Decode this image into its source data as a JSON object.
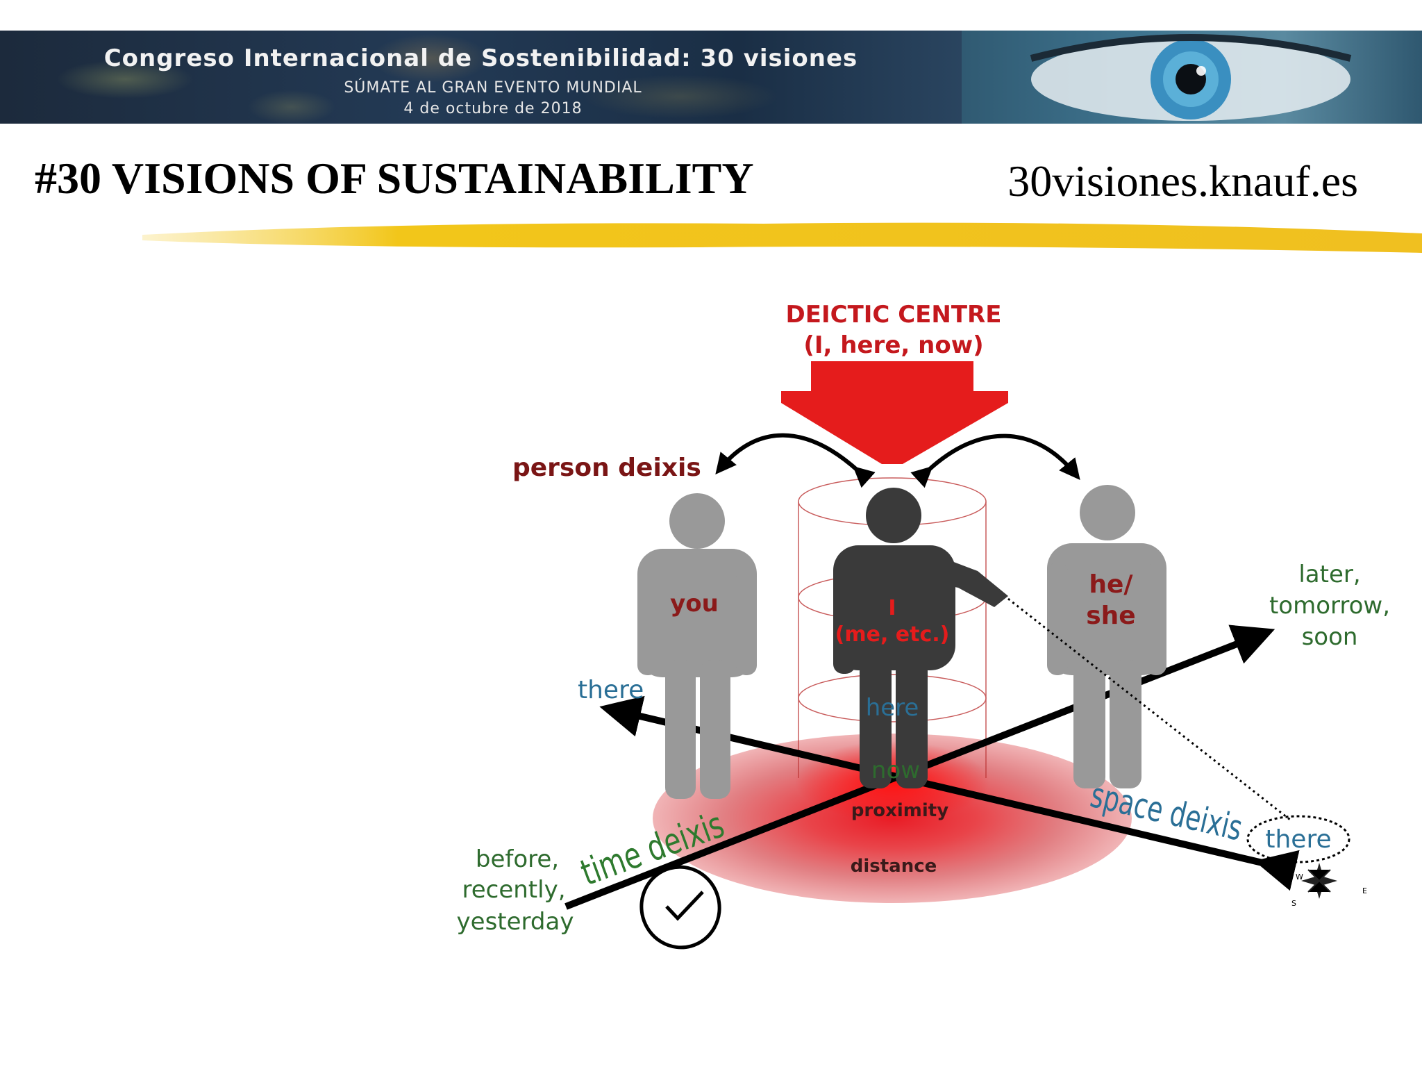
{
  "banner": {
    "title": "Congreso Internacional de Sostenibilidad: 30 visiones",
    "subtitle": "SÚMATE AL GRAN EVENTO MUNDIAL",
    "date": "4 de octubre de 2018"
  },
  "header": {
    "title": "#30 VISIONS OF SUSTAINABILITY",
    "url": "30visiones.knauf.es"
  },
  "diagram": {
    "deictic_centre_title": "DEICTIC CENTRE",
    "deictic_centre_sub": "(I, here, now)",
    "person_deixis": "person deixis",
    "you": "you",
    "i": "I",
    "i_sub": "(me, etc.)",
    "he": "he/",
    "she": "she",
    "here": "here",
    "now": "now",
    "proximity": "proximity",
    "distance": "distance",
    "there_left": "there",
    "there_right": "there",
    "later": "later,",
    "tomorrow": "tomorrow,",
    "soon": "soon",
    "before": "before,",
    "recently": "recently,",
    "yesterday": "yesterday",
    "time_deixis": "time deixis",
    "space_deixis": "space deixis",
    "compass_w": "W",
    "compass_e": "E",
    "compass_s": "S"
  },
  "colors": {
    "dark_red": "#8b1a1a",
    "red": "#e51c1c",
    "green": "#2e6b2e",
    "blue": "#2a6f96",
    "grey_figure": "#999999",
    "dark_figure": "#3a3a3a",
    "highlight_yellow": "#f2c61a"
  }
}
